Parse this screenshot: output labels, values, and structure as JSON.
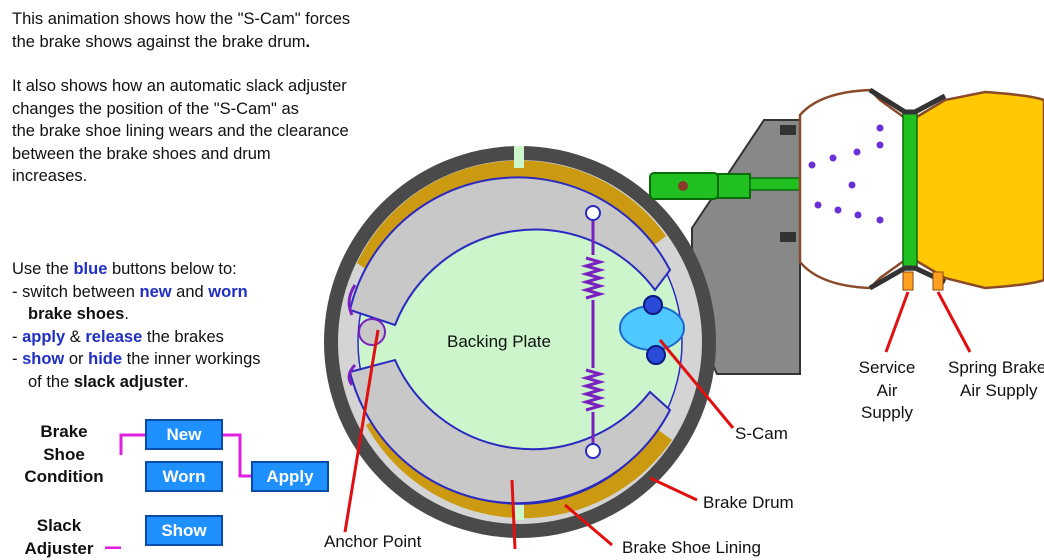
{
  "intro": {
    "line1": "This animation shows how the \"S-Cam\" forces",
    "line2a": "the brake shows against the brake drum",
    "line2b": ".",
    "p2_1": "It also shows how an automatic slack adjuster",
    "p2_2": "changes the position of the \"S-Cam\" as",
    "p2_3": "the brake shoe lining wears and the clearance",
    "p2_4": "between the brake shoes and drum",
    "p2_5": "increases."
  },
  "instructions": {
    "l1a": "Use the ",
    "l1b": "blue",
    "l1c": " buttons below to:",
    "l2a": "- switch between ",
    "l2b": "new",
    "l2c": " and ",
    "l2d": "worn",
    "l3a": "brake shoes",
    "l3b": ".",
    "l4a": "- ",
    "l4b": "apply",
    "l4c": " & ",
    "l4d": "release",
    "l4e": " the brakes",
    "l5a": "- ",
    "l5b": "show",
    "l5c": " or ",
    "l5d": "hide",
    "l5e": " the inner workings",
    "l6a": "of the ",
    "l6b": "slack adjuster",
    "l6c": "."
  },
  "controls": {
    "condition_label_1": "Brake",
    "condition_label_2": "Shoe",
    "condition_label_3": "Condition",
    "new_button": "New",
    "worn_button": "Worn",
    "apply_button": "Apply",
    "slack_label_1": "Slack",
    "slack_label_2": "Adjuster",
    "show_button": "Show"
  },
  "diagram": {
    "backing_plate": "Backing Plate",
    "s_cam": "S-Cam",
    "brake_drum": "Brake Drum",
    "anchor_point": "Anchor Point",
    "brake_shoe_lining": "Brake Shoe Lining",
    "service_air_1": "Service",
    "service_air_2": "Air",
    "service_air_3": "Supply",
    "spring_air_1": "Spring Brake",
    "spring_air_2": "Air Supply"
  },
  "colors": {
    "button_blue": "#1e90ff",
    "instruction_blue": "#1f2fc4",
    "connector_magenta": "#e020e0",
    "pointer_red": "#e01010",
    "drum_gray": "#4a4a4a",
    "lining_gold": "#cc9a10",
    "backing_green": "#ccf5cc",
    "spring_purple": "#7a20c0",
    "chamber_yellow": "#ffc800",
    "pushrod_green": "#20c020"
  }
}
